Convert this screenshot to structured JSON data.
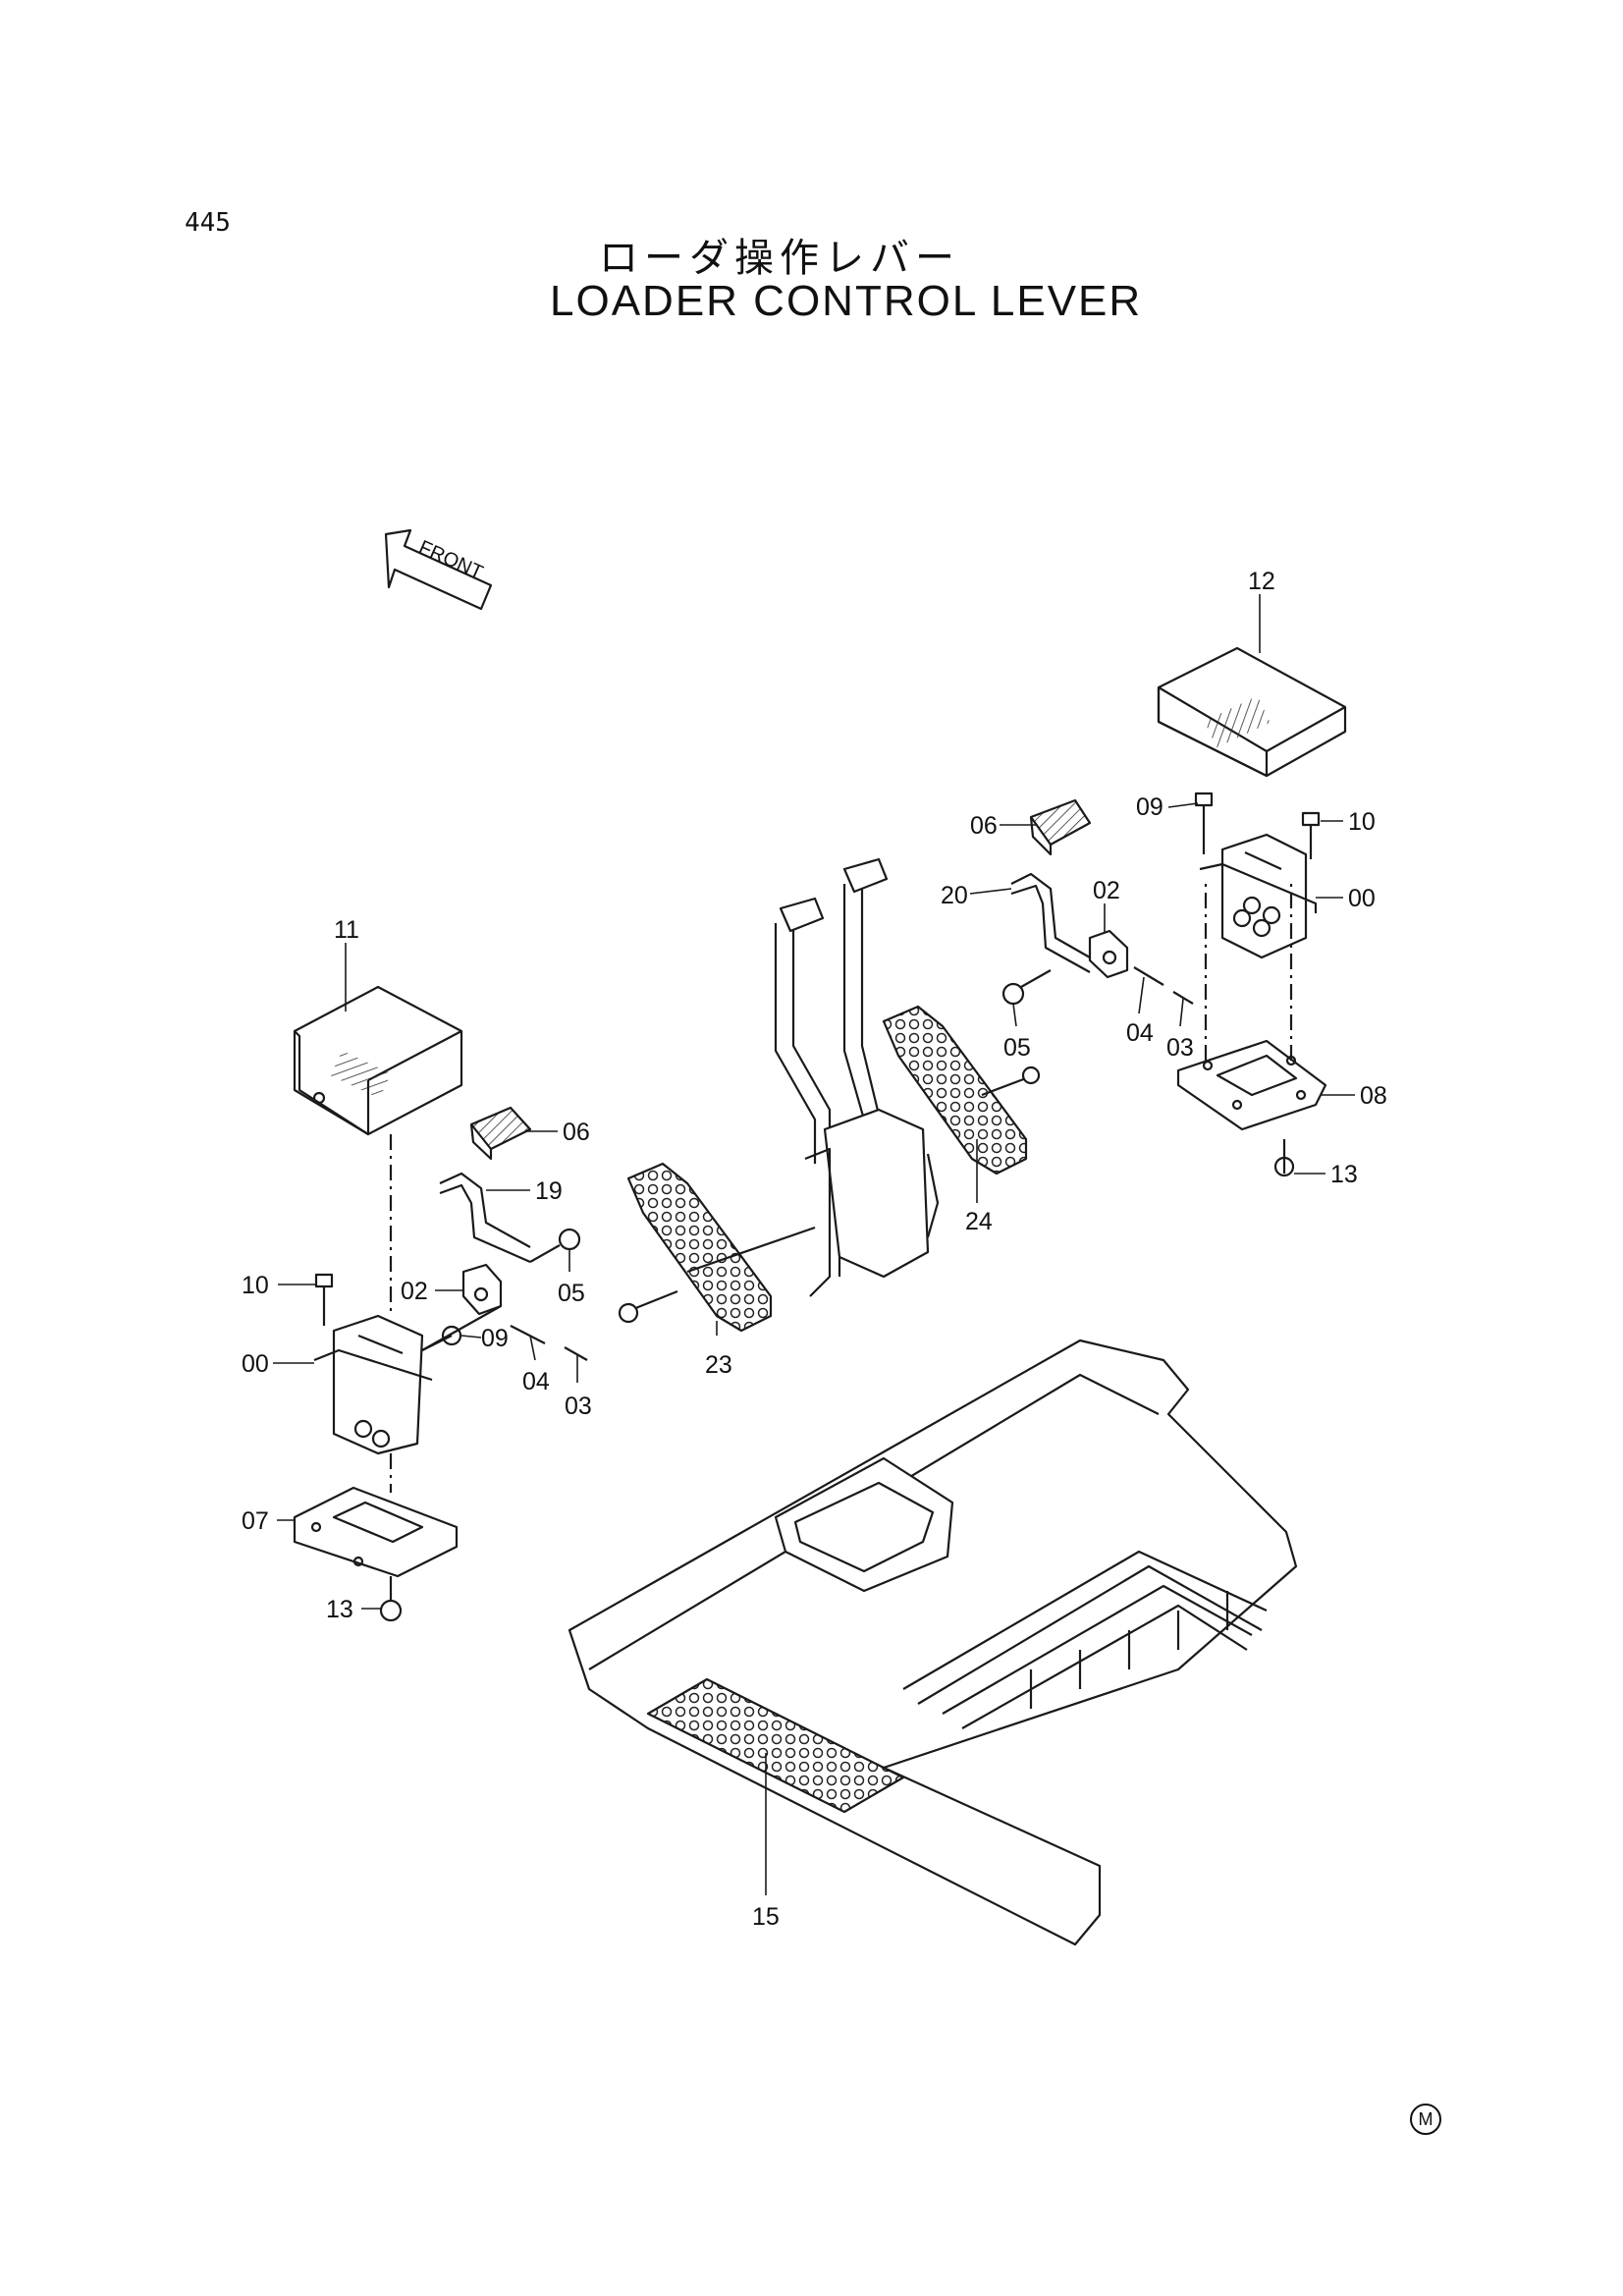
{
  "page_number": "445",
  "title_ja": "ローダ操作レバー",
  "title_en": "LOADER CONTROL LEVER",
  "front_arrow_label": "FRONT",
  "footer_mark": "M",
  "callouts": {
    "c12": "12",
    "c09_right": "09",
    "c10_right": "10",
    "c00_right": "00",
    "c06_right": "06",
    "c20": "20",
    "c02_right": "02",
    "c05_right": "05",
    "c04_right": "04",
    "c03_right": "03",
    "c08": "08",
    "c13_right": "13",
    "c24": "24",
    "c11": "11",
    "c06_left": "06",
    "c19": "19",
    "c10_left": "10",
    "c02_left": "02",
    "c05_left": "05",
    "c00_left": "00",
    "c09_left": "09",
    "c04_left": "04",
    "c03_left": "03",
    "c23": "23",
    "c07": "07",
    "c13_left": "13",
    "c15": "15"
  }
}
